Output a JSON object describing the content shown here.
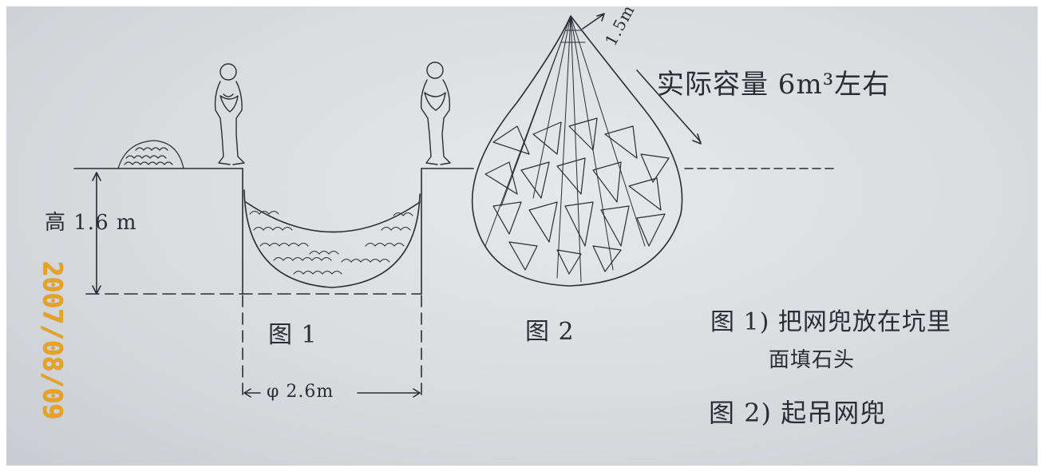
{
  "labels": {
    "height": "高 1.6 m",
    "fig1": "图 1",
    "fig2": "图 2",
    "diameter": "φ 2.6m",
    "top_length": "1.5m",
    "capacity": "实际容量 6m³左右",
    "note1_line1": "图 1) 把网兜放在坑里",
    "note1_line2": "面填石头",
    "note2": "图 2) 起吊网兜"
  },
  "date_stamp": "2007/08/09",
  "colors": {
    "pencil": "#2a2d33",
    "stamp": "#e8a21f",
    "paper": "#dcdfe2"
  }
}
